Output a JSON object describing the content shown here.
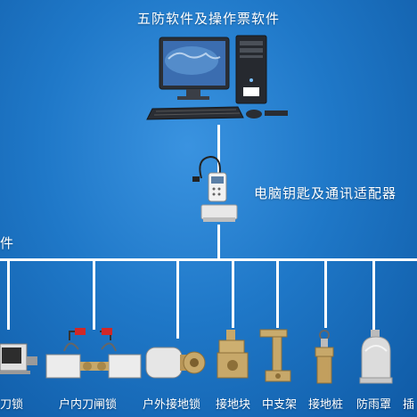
{
  "diagram": {
    "title": "五防软件及操作票软件",
    "adapter_label": "电脑钥匙及通讯适配器",
    "side_label": "件",
    "devices": [
      {
        "label": "刀锁",
        "icon": "padlock-icon"
      },
      {
        "label": "户内刀闸锁",
        "icon": "indoor-switch-lock-icon"
      },
      {
        "label": "户外接地锁",
        "icon": "outdoor-ground-lock-icon"
      },
      {
        "label": "接地块",
        "icon": "ground-block-icon"
      },
      {
        "label": "中支架",
        "icon": "bracket-icon"
      },
      {
        "label": "接地桩",
        "icon": "ground-pile-icon"
      },
      {
        "label": "防雨罩",
        "icon": "rain-cover-icon"
      },
      {
        "label": "插",
        "icon": "plug-icon"
      }
    ]
  }
}
